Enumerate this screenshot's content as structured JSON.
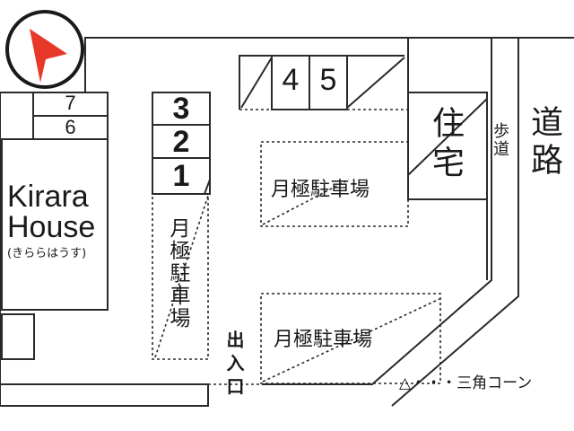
{
  "compass": {
    "icon": "north-arrow-icon",
    "ring_color": "#1a1a1a",
    "arrow_color": "#e8382a"
  },
  "parking": {
    "slots_left": [
      "7",
      "6"
    ],
    "slots_center": [
      "3",
      "2",
      "1"
    ],
    "slots_top": [
      "4",
      "5"
    ]
  },
  "building": {
    "name_line1": "Kirara",
    "name_line2": "House",
    "reading": "(きららはうす)"
  },
  "monthly_parking_label": "月極駐車場",
  "residence_label": "住宅",
  "sidewalk_label": "歩道",
  "road_label": "道路",
  "entrance_label": "出入口",
  "legend": {
    "symbol": "△",
    "dots": "・・・",
    "text": "三角コーン"
  }
}
